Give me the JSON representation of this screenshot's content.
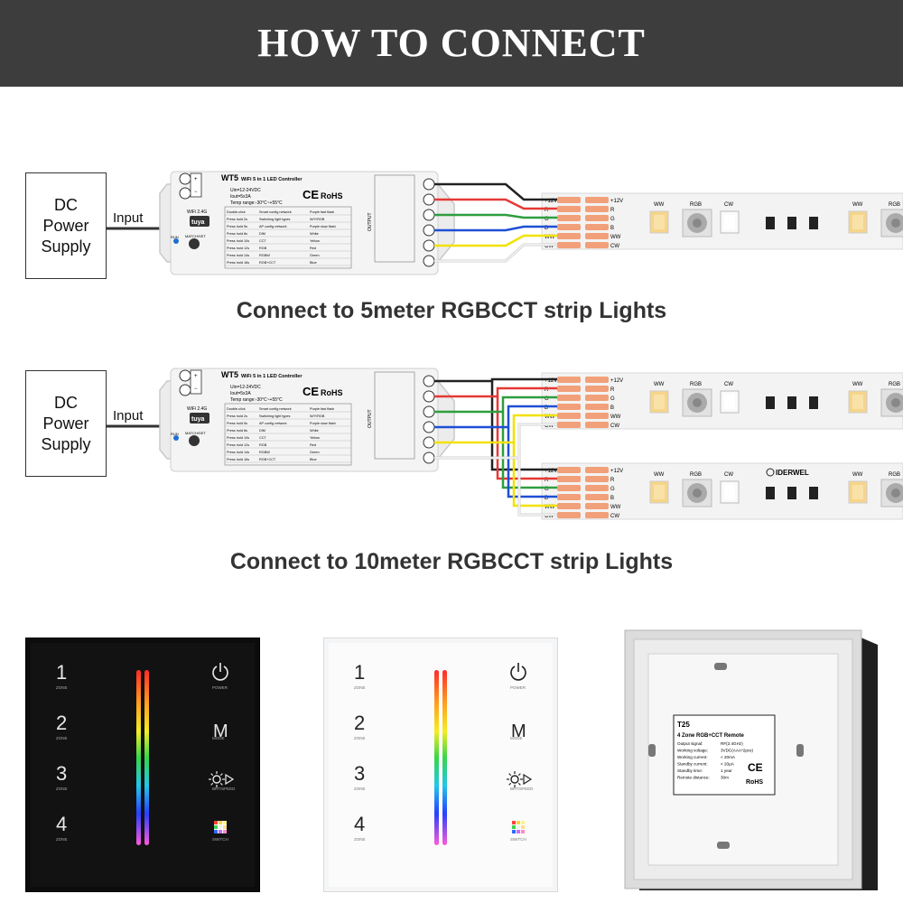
{
  "header": {
    "title": "HOW TO CONNECT"
  },
  "supply": {
    "line1": "DC",
    "line2": "Power",
    "line3": "Supply",
    "input_label": "Input"
  },
  "captions": {
    "five_meter": "Connect to 5meter RGBCCT strip Lights",
    "ten_meter": "Connect to 10meter RGBCCT strip Lights"
  },
  "controller": {
    "model": "WT5",
    "name": "WiFi 5 in 1 LED Controller",
    "spec1": "Uin=12-24VDC",
    "spec2": "Iout=5x3A",
    "spec3": "Temp range:-30°C~+55°C",
    "brand": "tuya",
    "wifi": "WiFi 2.4G",
    "run": "RUN",
    "match": "MATCH/SET",
    "output": "OUTPUT",
    "ce": "CE",
    "rohs": "RoHS",
    "table": [
      [
        "Double-click",
        "Smart config network",
        "Purple fast flash"
      ],
      [
        "Press hold 2s",
        "Switching light types",
        "W/Y/RGB"
      ],
      [
        "Press hold 5s",
        "AP config network",
        "Purple slow flash"
      ],
      [
        "Press hold 8s",
        "DIM",
        "White"
      ],
      [
        "Press hold 10s",
        "CCT",
        "Yellow"
      ],
      [
        "Press hold 12s",
        "RGB",
        "Red"
      ],
      [
        "Press hold 14s",
        "RGBW",
        "Green"
      ],
      [
        "Press hold 16s",
        "RGB+CCT",
        "Blue"
      ]
    ]
  },
  "strip": {
    "pins": [
      "+12V",
      "R",
      "G",
      "B",
      "WW",
      "CW"
    ],
    "labels": {
      "ww": "WW",
      "rgb": "RGB",
      "cw": "CW"
    },
    "brand": "IDERWEL",
    "wire_colors": [
      "#222222",
      "#e53935",
      "#2e9e3e",
      "#1e4fd6",
      "#f2e200",
      "#f5f5f5"
    ]
  },
  "touch_panel": {
    "zones": [
      "1",
      "2",
      "3",
      "4"
    ],
    "zone_label": "ZONE",
    "buttons": [
      "POWER",
      "MODE",
      "BRT/SPEED",
      "SWITCH"
    ],
    "mode_glyph": "M"
  },
  "remote": {
    "model": "T25",
    "title": "4 Zone RGB+CCT Remote",
    "specs": [
      [
        "Output signal:",
        "RF(2.4GHz)"
      ],
      [
        "Working voltage:",
        "3VDC(AAA*2pcs)"
      ],
      [
        "Working current:",
        "< 20mA"
      ],
      [
        "Standby current:",
        "< 20μA"
      ],
      [
        "Standby time:",
        "1 year"
      ],
      [
        "Remote distance:",
        "30m"
      ]
    ],
    "ce": "CE",
    "rohs": "RoHS"
  }
}
